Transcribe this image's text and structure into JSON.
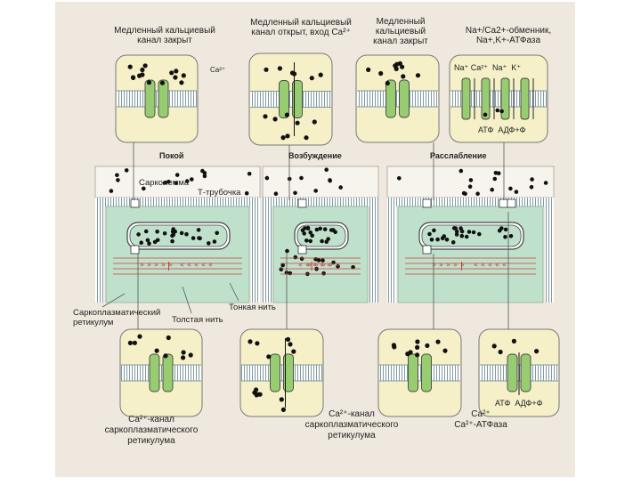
{
  "colors": {
    "panel_bg": "#efe8de",
    "box_bg": "#f5f0c8",
    "cell_green": "#bfe1cc",
    "membrane_hatch": "#7f9aa0",
    "channel_green": "#98cc70",
    "fiber_red": "#c8403a"
  },
  "labels": {
    "top1": "Медленный кальциевый\nканал закрыт",
    "top2": "Медленный кальциевый\nканал открыт, вход Ca²⁺",
    "top3": "Медленный\nкальциевый\nканал закрыт",
    "top4": "Na+/Ca2+-обменник,\nNa+,K+-АТФаза",
    "ca_box1": "Ca²⁺",
    "ions_box4": "Na⁺ Ca²⁺  Na⁺  K⁺",
    "atp_box4": "АТФ  АДФ+Ф",
    "state1": "Покой",
    "state2": "Возбуждение",
    "state3": "Расслабление",
    "sarcolemma": "Сарколемма",
    "t_tubule": "Т-трубочка",
    "sr": "Саркоплазматический\nретикулум",
    "thick": "Толстая нить",
    "thin": "Тонкая нить",
    "bottom1": "Ca²⁺-канал\nсаркоплазматического\nретикулума",
    "bottom2": "Ca²⁺-канал\nсаркоплазматического\nретикулума",
    "bottom4": "Ca²⁺\nCa²⁺-АТФаза",
    "atp_box8": "АТФ  АДФ+Ф"
  }
}
